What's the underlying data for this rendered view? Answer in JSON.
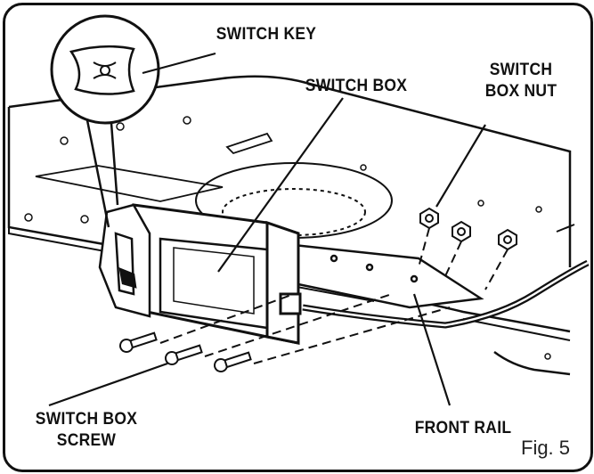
{
  "labels": {
    "switch_key": "SWITCH KEY",
    "switch_box": "SWITCH BOX",
    "switch_box_nut_line1": "SWITCH",
    "switch_box_nut_line2": "BOX NUT",
    "switch_box_screw_line1": "SWITCH BOX",
    "switch_box_screw_line2": "SCREW",
    "front_rail": "FRONT RAIL"
  },
  "figure_label": "Fig. 5",
  "colors": {
    "ink": "#111111",
    "paper": "#ffffff",
    "shade": "#d9d9d9"
  }
}
